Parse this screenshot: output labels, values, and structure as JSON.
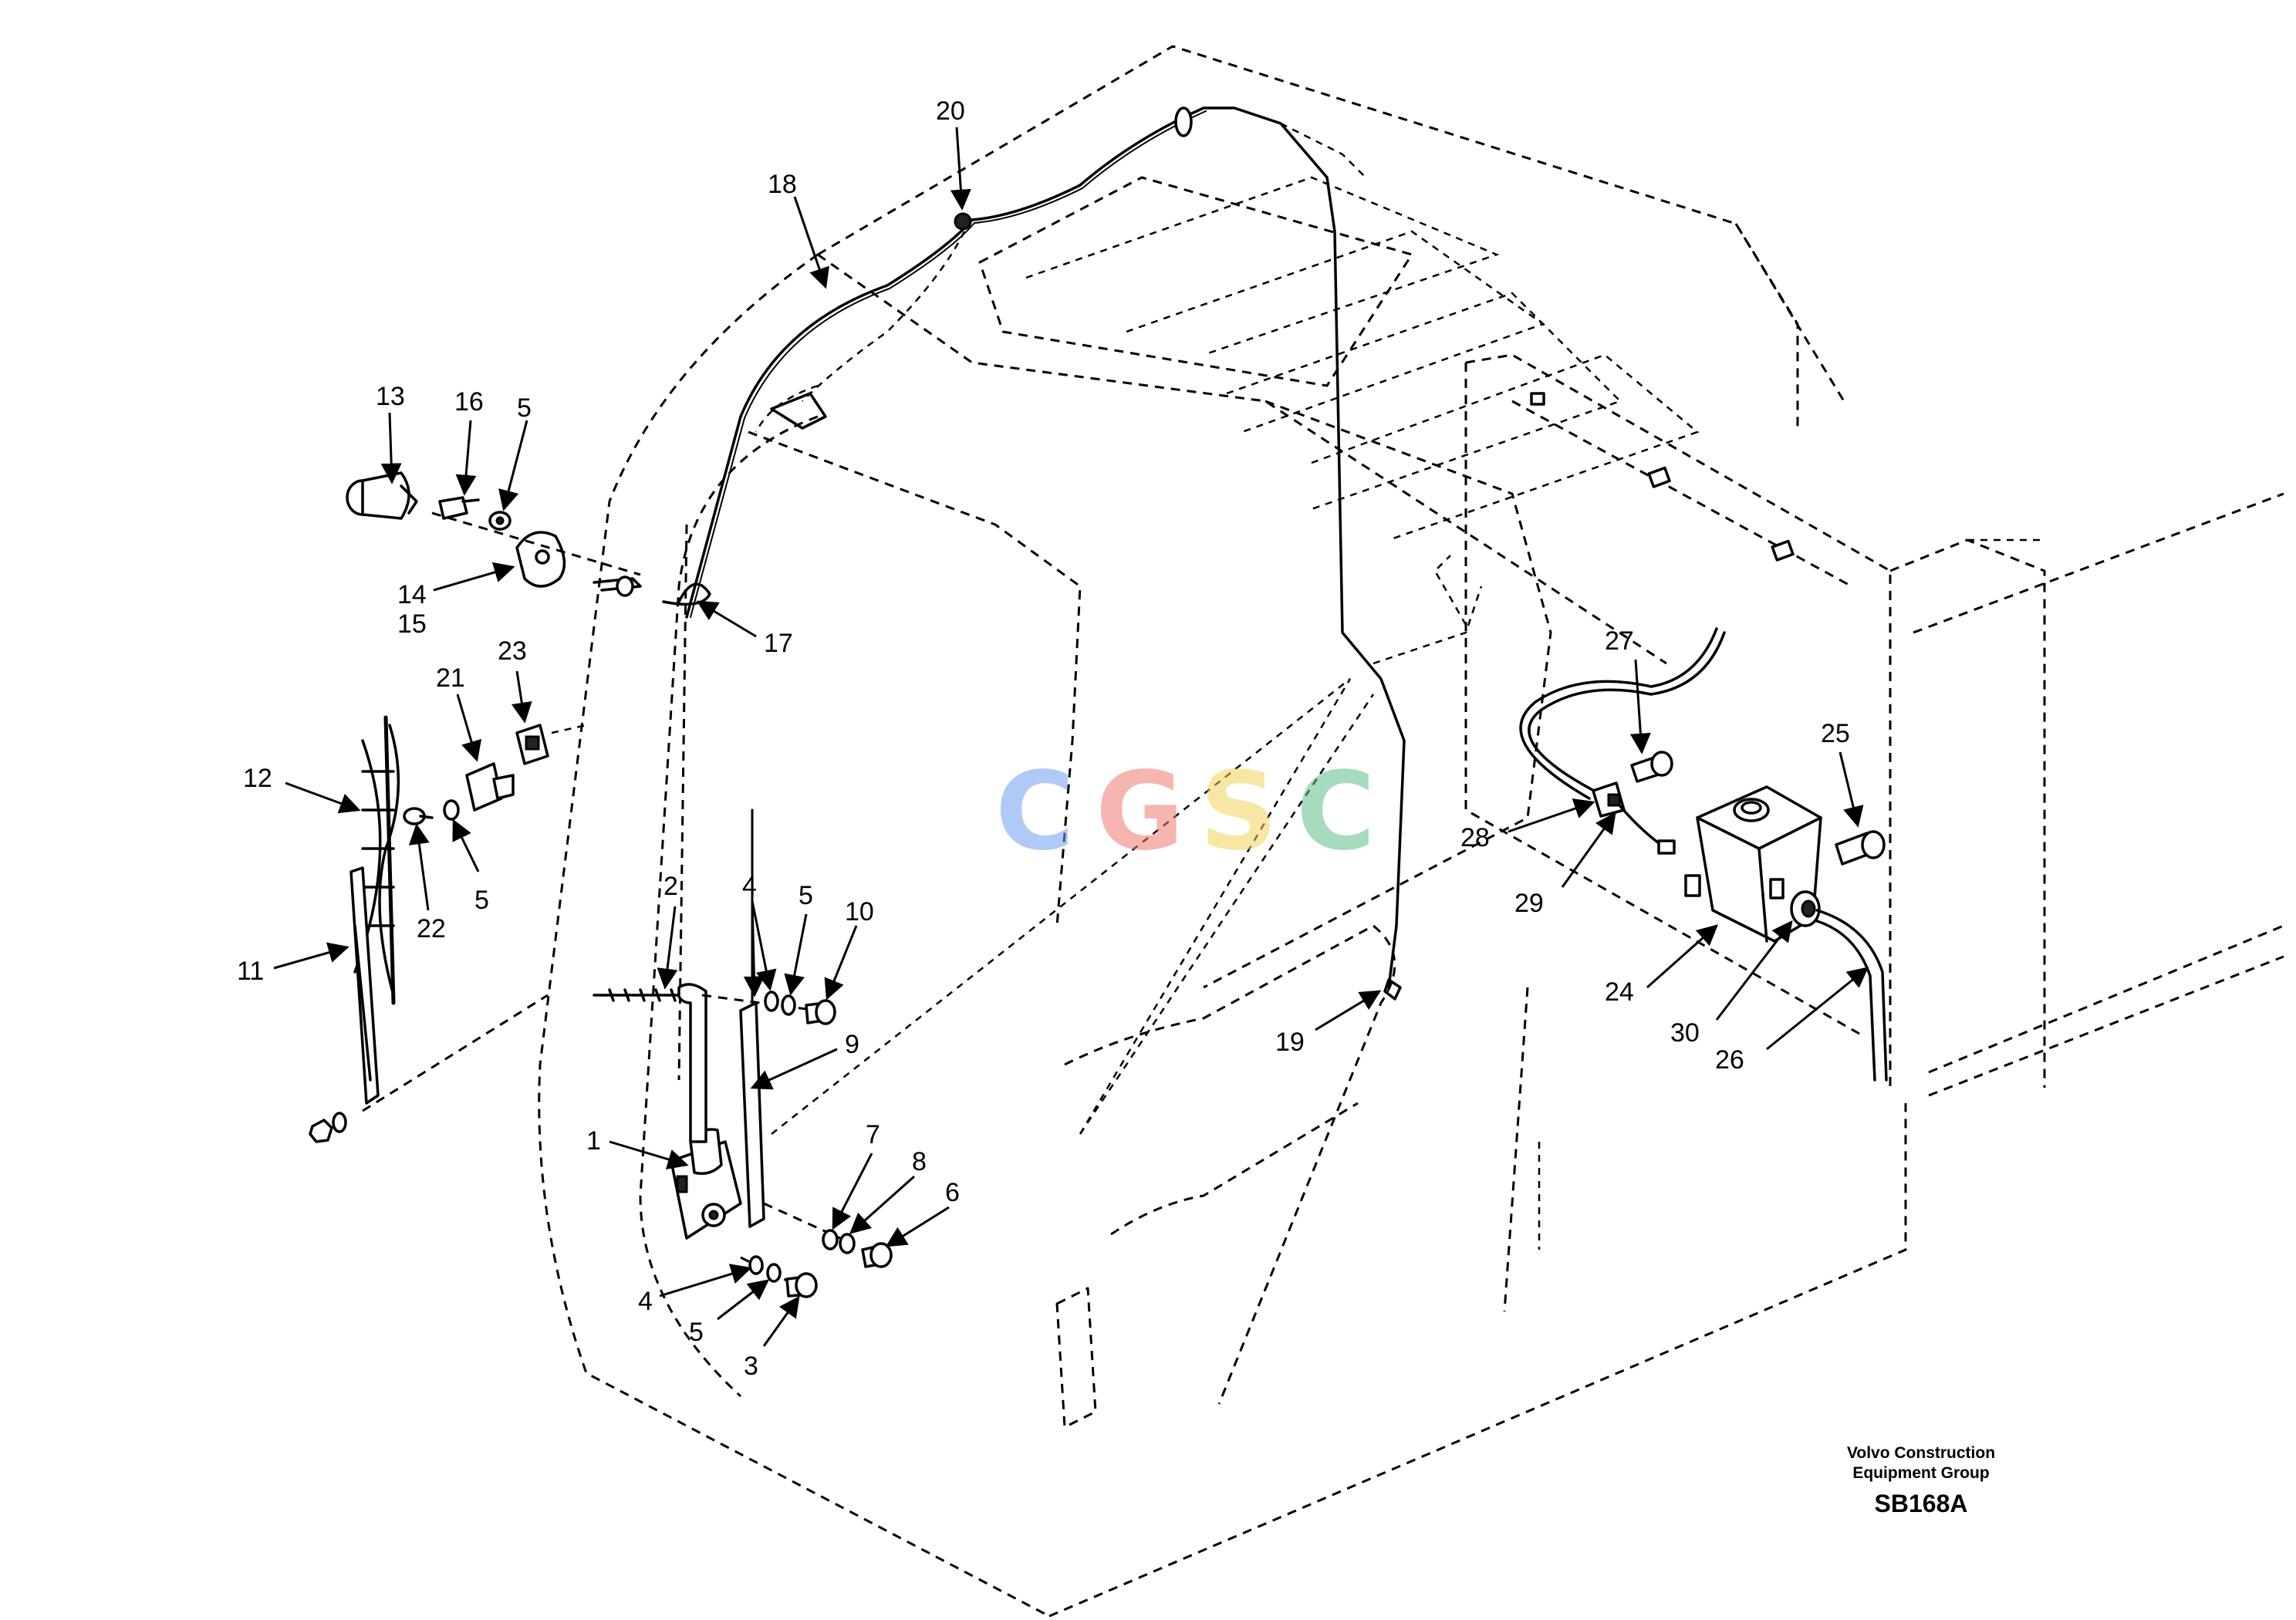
{
  "labels": {
    "c1": "1",
    "c2": "2",
    "c3": "3",
    "c4a": "4",
    "c4b": "4",
    "c5a": "5",
    "c5b": "5",
    "c5c": "5",
    "c5d": "5",
    "c6": "6",
    "c7": "7",
    "c8": "8",
    "c9": "9",
    "c10": "10",
    "c11": "11",
    "c12": "12",
    "c13": "13",
    "c14": "14",
    "c15": "15",
    "c16": "16",
    "c17": "17",
    "c18": "18",
    "c19": "19",
    "c20": "20",
    "c21": "21",
    "c22": "22",
    "c23": "23",
    "c24": "24",
    "c25": "25",
    "c26": "26",
    "c27": "27",
    "c28": "28",
    "c29": "29",
    "c30": "30"
  },
  "footer": {
    "company_line1": "Volvo Construction",
    "company_line2": "Equipment Group",
    "drawing_code": "SB168A"
  },
  "watermark": {
    "letters": [
      "C",
      "G",
      "S",
      "C"
    ],
    "colors": [
      "#6f9ff0",
      "#f07a6f",
      "#f3d35a",
      "#5fbf8a"
    ]
  },
  "colors": {
    "ink": "#000000",
    "background": "#ffffff"
  }
}
